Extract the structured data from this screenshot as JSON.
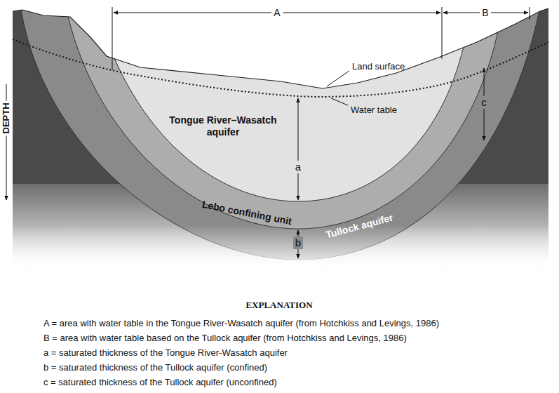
{
  "diagram": {
    "nodes": [
      {
        "text": [
          "Tongue River–Wasatch aquifer"
        ]
      },
      {
        "text": [
          "Lebo confining unit"
        ]
      },
      {
        "text": [
          "Tullock aquifer"
        ]
      }
    ],
    "labels": [
      "A",
      "B",
      "Land surface",
      "Water table",
      "a",
      "b",
      "c",
      "DEPTH",
      "EXPLANATION",
      "A = area with water table in the Tongue River-Wasatch aquifer (from Hotchkiss and Levings, 1986)",
      "B = area with water table based on the Tullock aquifer (from Hotchkiss and Levings, 1986)",
      "a = saturated thickness of the Tongue River-Wasatch aquifer",
      "b = saturated thickness of the Tullock aquifer (confined)",
      "c = saturated thickness of the Tullock aquifer (unconfined)"
    ]
  }
}
